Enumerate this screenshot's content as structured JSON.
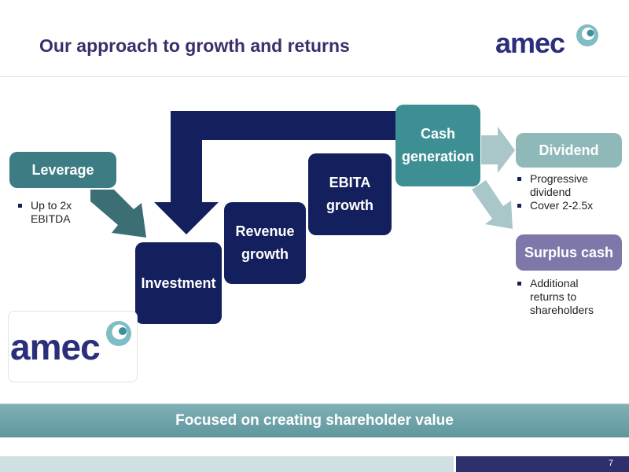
{
  "header": {
    "title": "Our approach to growth and returns",
    "logo_text": "amec"
  },
  "diagram": {
    "leverage": {
      "label": "Leverage",
      "bullets": [
        "Up to 2x EBITDA"
      ]
    },
    "investment": {
      "label": "Investment"
    },
    "revenue_growth": {
      "lines": [
        "Revenue",
        "growth"
      ]
    },
    "ebita_growth": {
      "lines": [
        "EBITA",
        "growth"
      ]
    },
    "cash_generation": {
      "lines": [
        "Cash",
        "generation"
      ]
    },
    "dividend": {
      "label": "Dividend",
      "bullets": [
        "Progressive dividend",
        "Cover 2-2.5x"
      ]
    },
    "surplus_cash": {
      "label": "Surplus cash",
      "bullets": [
        "Additional returns to shareholders"
      ]
    }
  },
  "logo_card": {
    "logo_text": "amec"
  },
  "footer": {
    "banner_text": "Focused on creating shareholder value",
    "page_number": "7"
  },
  "colors": {
    "navy": "#14205e",
    "teal": "#3b8c8f",
    "light_teal": "#8fb8b9",
    "purple": "#7e78aa",
    "title_purple": "#3d2d6b"
  }
}
